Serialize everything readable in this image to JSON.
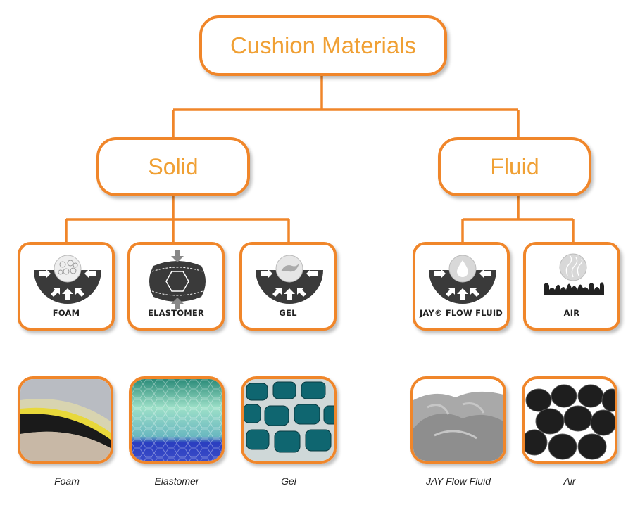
{
  "title": "Cushion Materials",
  "categories": {
    "solid": "Solid",
    "fluid": "Fluid"
  },
  "materials": {
    "foam": {
      "label": "FOAM",
      "caption": "Foam"
    },
    "elastomer": {
      "label": "ELASTOMER",
      "caption": "Elastomer"
    },
    "gel": {
      "label": "GEL",
      "caption": "Gel"
    },
    "jay": {
      "label": "JAY® FLOW FLUID",
      "caption": "JAY Flow Fluid"
    },
    "air": {
      "label": "AIR",
      "caption": "Air"
    }
  },
  "colors": {
    "accent": "#f0862a",
    "text_accent": "#f0a034",
    "icon": "#3a3a3a"
  }
}
